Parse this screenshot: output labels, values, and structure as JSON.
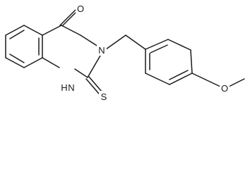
{
  "molecule": {
    "atoms": {
      "carbonyl_oxygen": "O",
      "ring_nitrogen": "N",
      "amine_nh": "H",
      "amine_n": "N",
      "thione_sulfur": "S",
      "ether_oxygen": "O"
    }
  }
}
